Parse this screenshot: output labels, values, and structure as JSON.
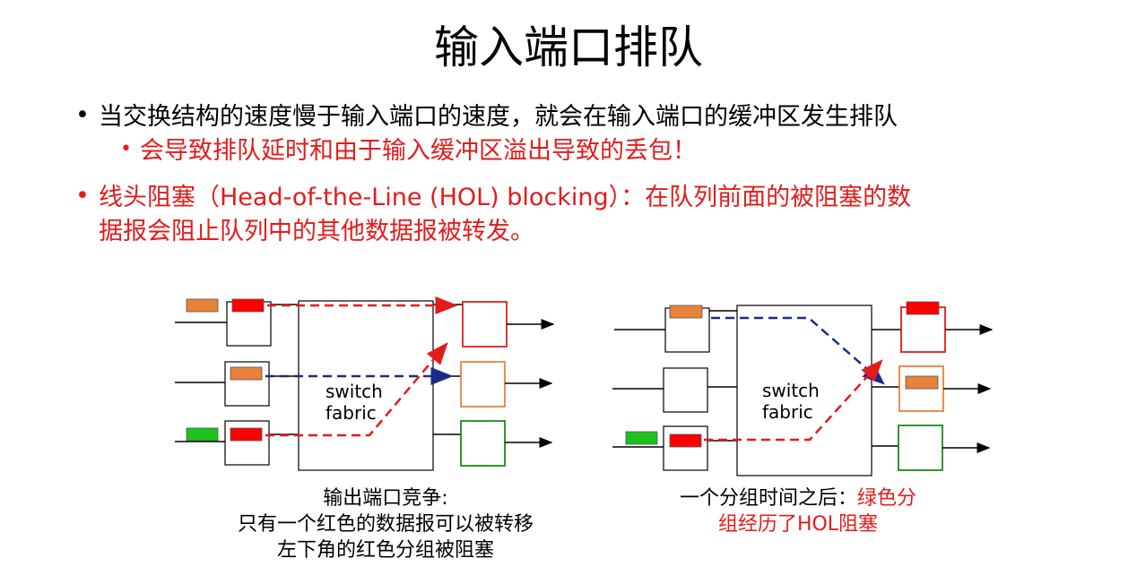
{
  "title": "输入端口排队",
  "bullets": {
    "b1": "当交换结构的速度慢于输入端口的速度，就会在输入端口的缓冲区发生排队",
    "b1_sub": "会导致排队延时和由于输入缓冲区溢出导致的丢包！",
    "b2_line1": "线头阻塞（Head-of-the-Line (HOL) blocking）：在队列前面的被阻塞的数",
    "b2_line2": "据报会阻止队列中的其他数据报被转发。"
  },
  "diagram_left": {
    "fabric_label_1": "switch",
    "fabric_label_2": "fabric",
    "caption_1": "输出端口竞争:",
    "caption_2": "只有一个红色的数据报可以被转移",
    "caption_3": "左下角的红色分组被阻塞"
  },
  "diagram_right": {
    "fabric_label_1": "switch",
    "fabric_label_2": "fabric",
    "caption_1a": "一个分组时间之后：",
    "caption_1b": "绿色分",
    "caption_2": "组经历了HOL阻塞"
  },
  "colors": {
    "red": "#e41b1b",
    "orange": "#e8813a",
    "green": "#1bb51b",
    "blue": "#1a2a8c",
    "border_orange": "#e8813a",
    "border_green": "#1b8a1b"
  }
}
